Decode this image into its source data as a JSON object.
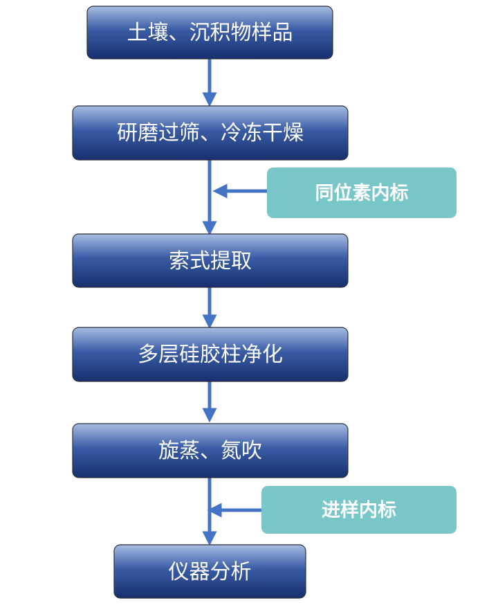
{
  "colors": {
    "box_top": "#9fb3dd",
    "box_mid": "#2e4f96",
    "box_bottom": "#1c3575",
    "box_border": "#2a2f3a",
    "arrow": "#4472c4",
    "side_box": "#79c6c8"
  },
  "steps": [
    {
      "label": "土壤、沉积物样品"
    },
    {
      "label": "研磨过筛、冷冻干燥"
    },
    {
      "label": "索式提取"
    },
    {
      "label": "多层硅胶柱净化"
    },
    {
      "label": "旋蒸、氮吹"
    },
    {
      "label": "仪器分析"
    }
  ],
  "additions": [
    {
      "label": "同位素内标"
    },
    {
      "label": "进样内标"
    }
  ]
}
